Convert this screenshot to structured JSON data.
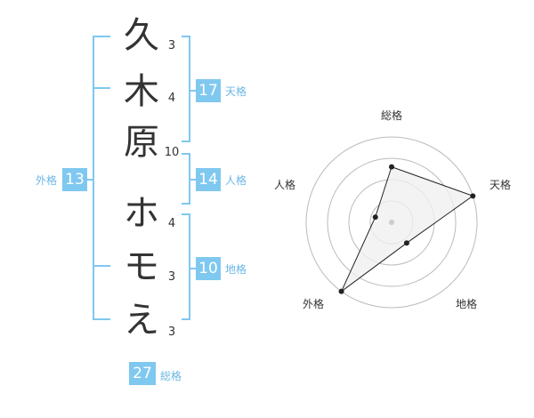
{
  "name": {
    "characters": [
      {
        "char": "久",
        "strokes": "3"
      },
      {
        "char": "木",
        "strokes": "4"
      },
      {
        "char": "原",
        "strokes": "10"
      },
      {
        "char": "ホ",
        "strokes": "4"
      },
      {
        "char": "モ",
        "strokes": "3"
      },
      {
        "char": "え",
        "strokes": "3"
      }
    ]
  },
  "kakusu": {
    "tenkaku": {
      "value": "17",
      "label": "天格"
    },
    "jinkaku": {
      "value": "14",
      "label": "人格"
    },
    "chikaku": {
      "value": "10",
      "label": "地格"
    },
    "gaikaku": {
      "value": "13",
      "label": "外格"
    },
    "soukaku": {
      "value": "27",
      "label": "総格"
    }
  },
  "chart_data": {
    "type": "radar",
    "axes": [
      "総格",
      "天格",
      "地格",
      "外格",
      "人格"
    ],
    "values": [
      0.65,
      1.0,
      0.3,
      1.0,
      0.2
    ],
    "rings": 4,
    "colors": {
      "fill": "#f0f0f0",
      "stroke": "#222222",
      "grid": "#bbbbbb",
      "center": "#cccccc"
    }
  }
}
